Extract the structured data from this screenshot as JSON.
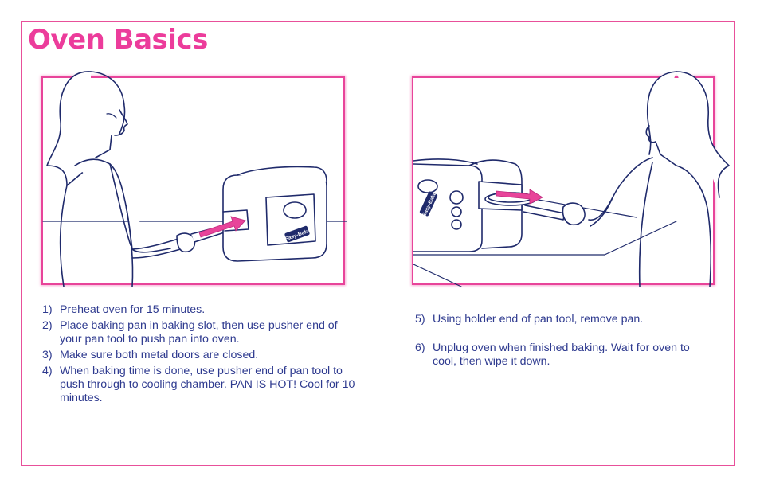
{
  "title": "Oven Basics",
  "illustrations": {
    "left": {
      "icon": "girl-pushing-pan-into-oven",
      "brand_badge": "Easy-Bake"
    },
    "right": {
      "icon": "girl-removing-pan-from-oven",
      "brand_badge": "Easy-Bake"
    }
  },
  "steps_left": [
    {
      "num": "1)",
      "text": "Preheat oven for 15 minutes."
    },
    {
      "num": "2)",
      "text": "Place baking pan in baking slot, then use pusher end of your pan tool to push pan into oven."
    },
    {
      "num": "3)",
      "text": "Make sure both metal doors are closed."
    },
    {
      "num": "4)",
      "text": "When baking time is done, use pusher end of pan tool to push through to cooling chamber. PAN IS HOT! Cool for 10 minutes."
    }
  ],
  "steps_right": [
    {
      "num": "5)",
      "text": "Using holder end of pan tool, remove pan."
    },
    {
      "num": "6)",
      "text": "Unplug oven when finished baking. Wait for oven to cool, then wipe it down."
    }
  ],
  "colors": {
    "accent": "#ec3c9b",
    "text": "#2e3a8f",
    "line_art": "#1f2a6b",
    "arrow": "#e8449a"
  }
}
